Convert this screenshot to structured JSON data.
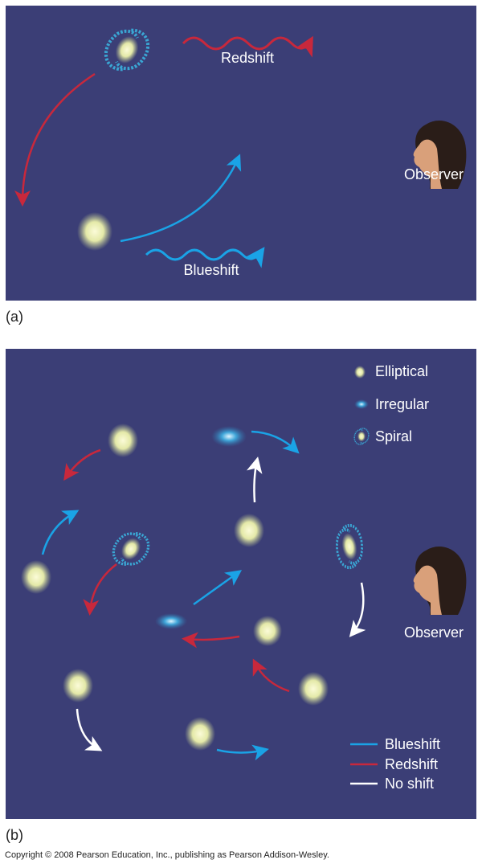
{
  "panel_a": {
    "label": "(a)",
    "redshift_label": "Redshift",
    "blueshift_label": "Blueshift",
    "observer_label": "Observer"
  },
  "panel_b": {
    "label": "(b)",
    "observer_label": "Observer",
    "type_legend": [
      "Elliptical",
      "Irregular",
      "Spiral"
    ],
    "shift_legend": [
      "Blueshift",
      "Redshift",
      "No shift"
    ]
  },
  "colors": {
    "background": "#3b3e76",
    "blueshift": "#1aa3e6",
    "redshift": "#c8283c",
    "noshift": "#ffffff"
  },
  "copyright": "Copyright © 2008 Pearson Education, Inc., publishing as Pearson Addison-Wesley."
}
